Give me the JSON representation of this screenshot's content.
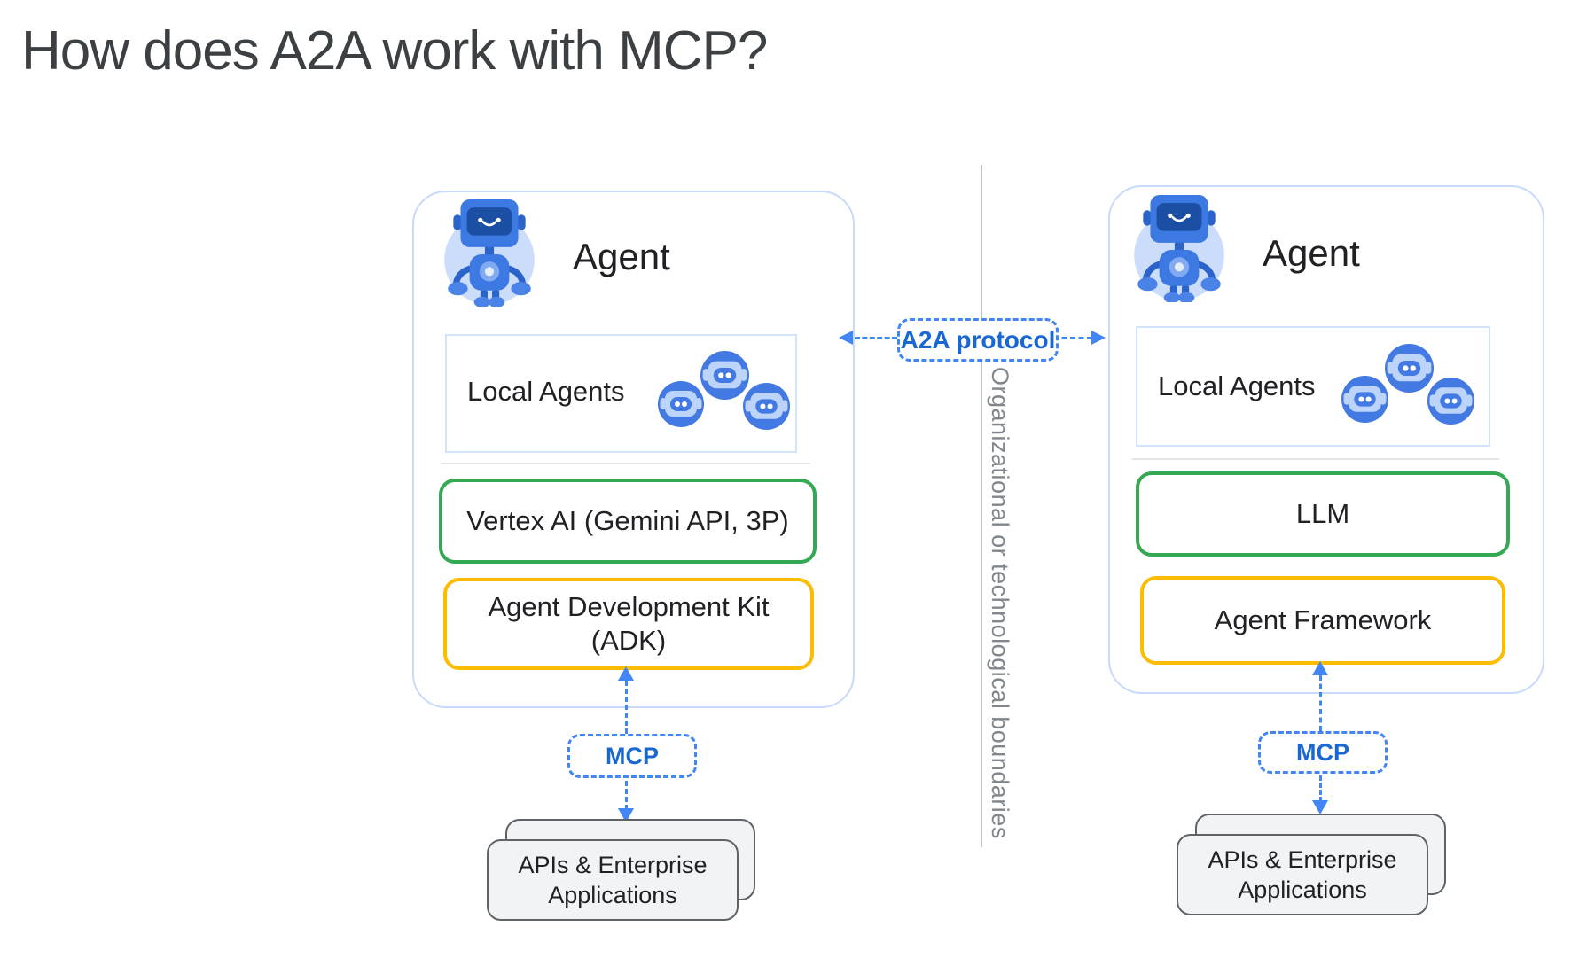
{
  "page": {
    "title": "How does A2A work with MCP?"
  },
  "connector": {
    "a2a_label": "A2A protocol",
    "boundary_label": "Organizational or technological boundaries"
  },
  "agents": [
    {
      "side": "left",
      "title": "Agent",
      "local_agents_label": "Local Agents",
      "model_label": "Vertex AI (Gemini API, 3P)",
      "framework_line1": "Agent Development Kit",
      "framework_line2": "(ADK)",
      "mcp_label": "MCP",
      "apps_line1": "APIs & Enterprise",
      "apps_line2": "Applications"
    },
    {
      "side": "right",
      "title": "Agent",
      "local_agents_label": "Local Agents",
      "model_label": "LLM",
      "framework_line1": "Agent Framework",
      "mcp_label": "MCP",
      "apps_line1": "APIs & Enterprise",
      "apps_line2": "Applications"
    }
  ],
  "icons": [
    "robot-avatar-icon",
    "robot-head-icon"
  ],
  "colors": {
    "accent_blue": "#4285f4",
    "protocol_text_blue": "#1967d2",
    "green_border": "#34a853",
    "yellow_border": "#fbbc04",
    "container_border_blue": "#c7dafc",
    "inner_border_blue": "#d2e3fc",
    "boundary_line_gray": "#bdc1c6",
    "boundary_text_gray": "#80868b",
    "card_bg": "#f1f3f4",
    "card_border": "#5f6368",
    "title_text": "#3c4043",
    "body_text": "#202124"
  }
}
